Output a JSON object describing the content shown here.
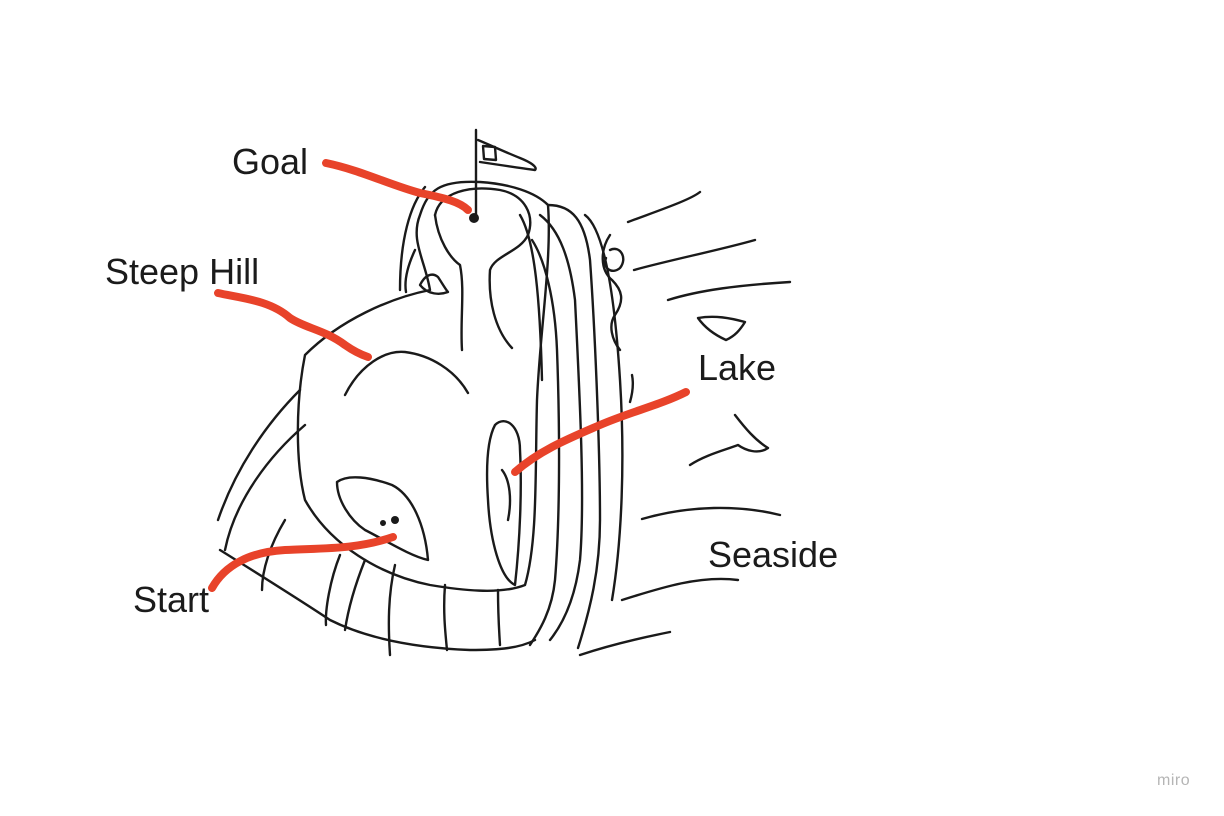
{
  "colors": {
    "background": "#ffffff",
    "pencil": "#1a1a1a",
    "marker": "#e8432a",
    "label_text": "#1b1b1b",
    "watermark": "#b5b5b5"
  },
  "labels": {
    "goal": "Goal",
    "steep_hill": "Steep Hill",
    "lake": "Lake",
    "seaside": "Seaside",
    "start": "Start"
  },
  "watermark": "miro"
}
